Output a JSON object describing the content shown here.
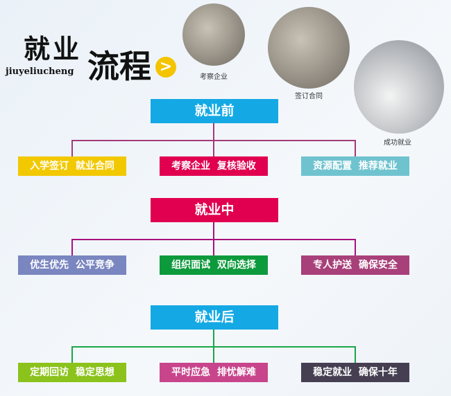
{
  "title": {
    "line1": "就业",
    "pinyin": "jiuyeliucheng",
    "line2": "流程",
    "arrow": ">"
  },
  "photos": [
    {
      "caption": "考察企业"
    },
    {
      "caption": "签订合同"
    },
    {
      "caption": "成功就业"
    }
  ],
  "stages": [
    {
      "title": "就业前",
      "color": "#14a9e4",
      "line_color": "#a33a78",
      "items": [
        {
          "label": "入学签订  就业合同",
          "color": "#f2c800"
        },
        {
          "label": "考察企业  复核验收",
          "color": "#e0004f"
        },
        {
          "label": "资源配置  推荐就业",
          "color": "#6fc3cf"
        }
      ]
    },
    {
      "title": "就业中",
      "color": "#e0004f",
      "line_color": "#a8117d",
      "items": [
        {
          "label": "优生优先  公平竞争",
          "color": "#7a86c0"
        },
        {
          "label": "组织面试  双向选择",
          "color": "#0d9a3c"
        },
        {
          "label": "专人护送  确保安全",
          "color": "#a8407a"
        }
      ]
    },
    {
      "title": "就业后",
      "color": "#14a9e4",
      "line_color": "#1aa54b",
      "items": [
        {
          "label": "定期回访  稳定思想",
          "color": "#8cc21c"
        },
        {
          "label": "平时应急  排忧解难",
          "color": "#c8458c"
        },
        {
          "label": "稳定就业  确保十年",
          "color": "#463f52"
        }
      ]
    }
  ]
}
